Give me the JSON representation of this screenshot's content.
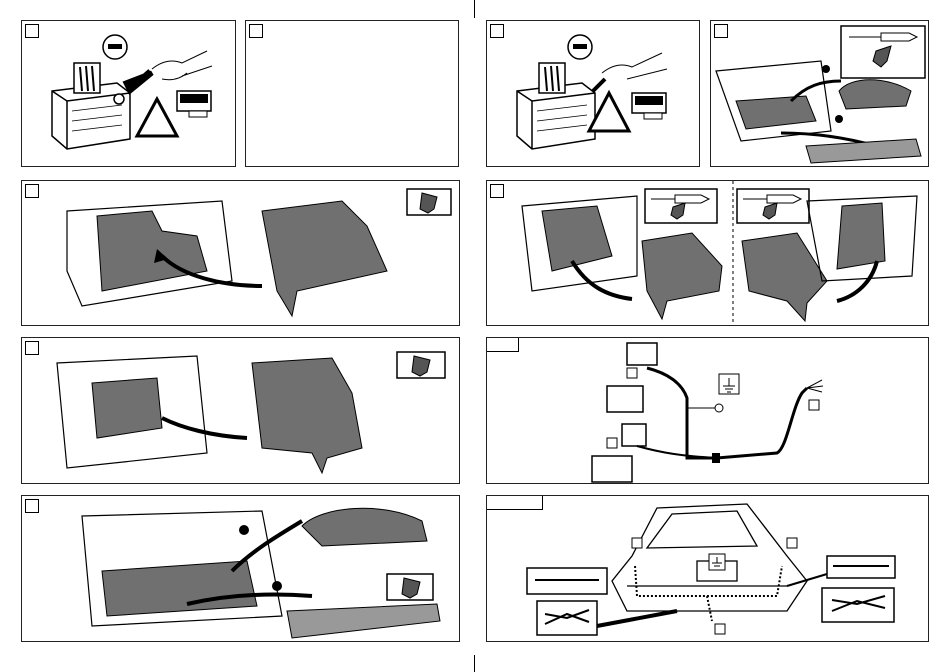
{
  "manual": {
    "panels": [
      {
        "id": "p1",
        "step": ""
      },
      {
        "id": "p2",
        "step": ""
      },
      {
        "id": "p3",
        "step": ""
      },
      {
        "id": "p4",
        "step": ""
      },
      {
        "id": "p5",
        "step": ""
      },
      {
        "id": "p6",
        "step": ""
      },
      {
        "id": "p7",
        "step": ""
      },
      {
        "id": "p8",
        "step": ""
      },
      {
        "id": "p9",
        "step": ""
      },
      {
        "id": "p10",
        "step": ""
      }
    ],
    "icons": [
      "battery-icon",
      "minus-sign-icon",
      "warning-triangle-icon",
      "radio-code-icon",
      "screwdriver-icon",
      "push-clip-icon",
      "trunk-liner-icon",
      "wire-harness-icon",
      "ground-symbol-icon",
      "cable-tie-icon",
      "pliers-icon",
      "car-rear-icon"
    ],
    "colors": {
      "ink": "#000000",
      "liner_fill": "#707070",
      "paper": "#ffffff"
    }
  }
}
